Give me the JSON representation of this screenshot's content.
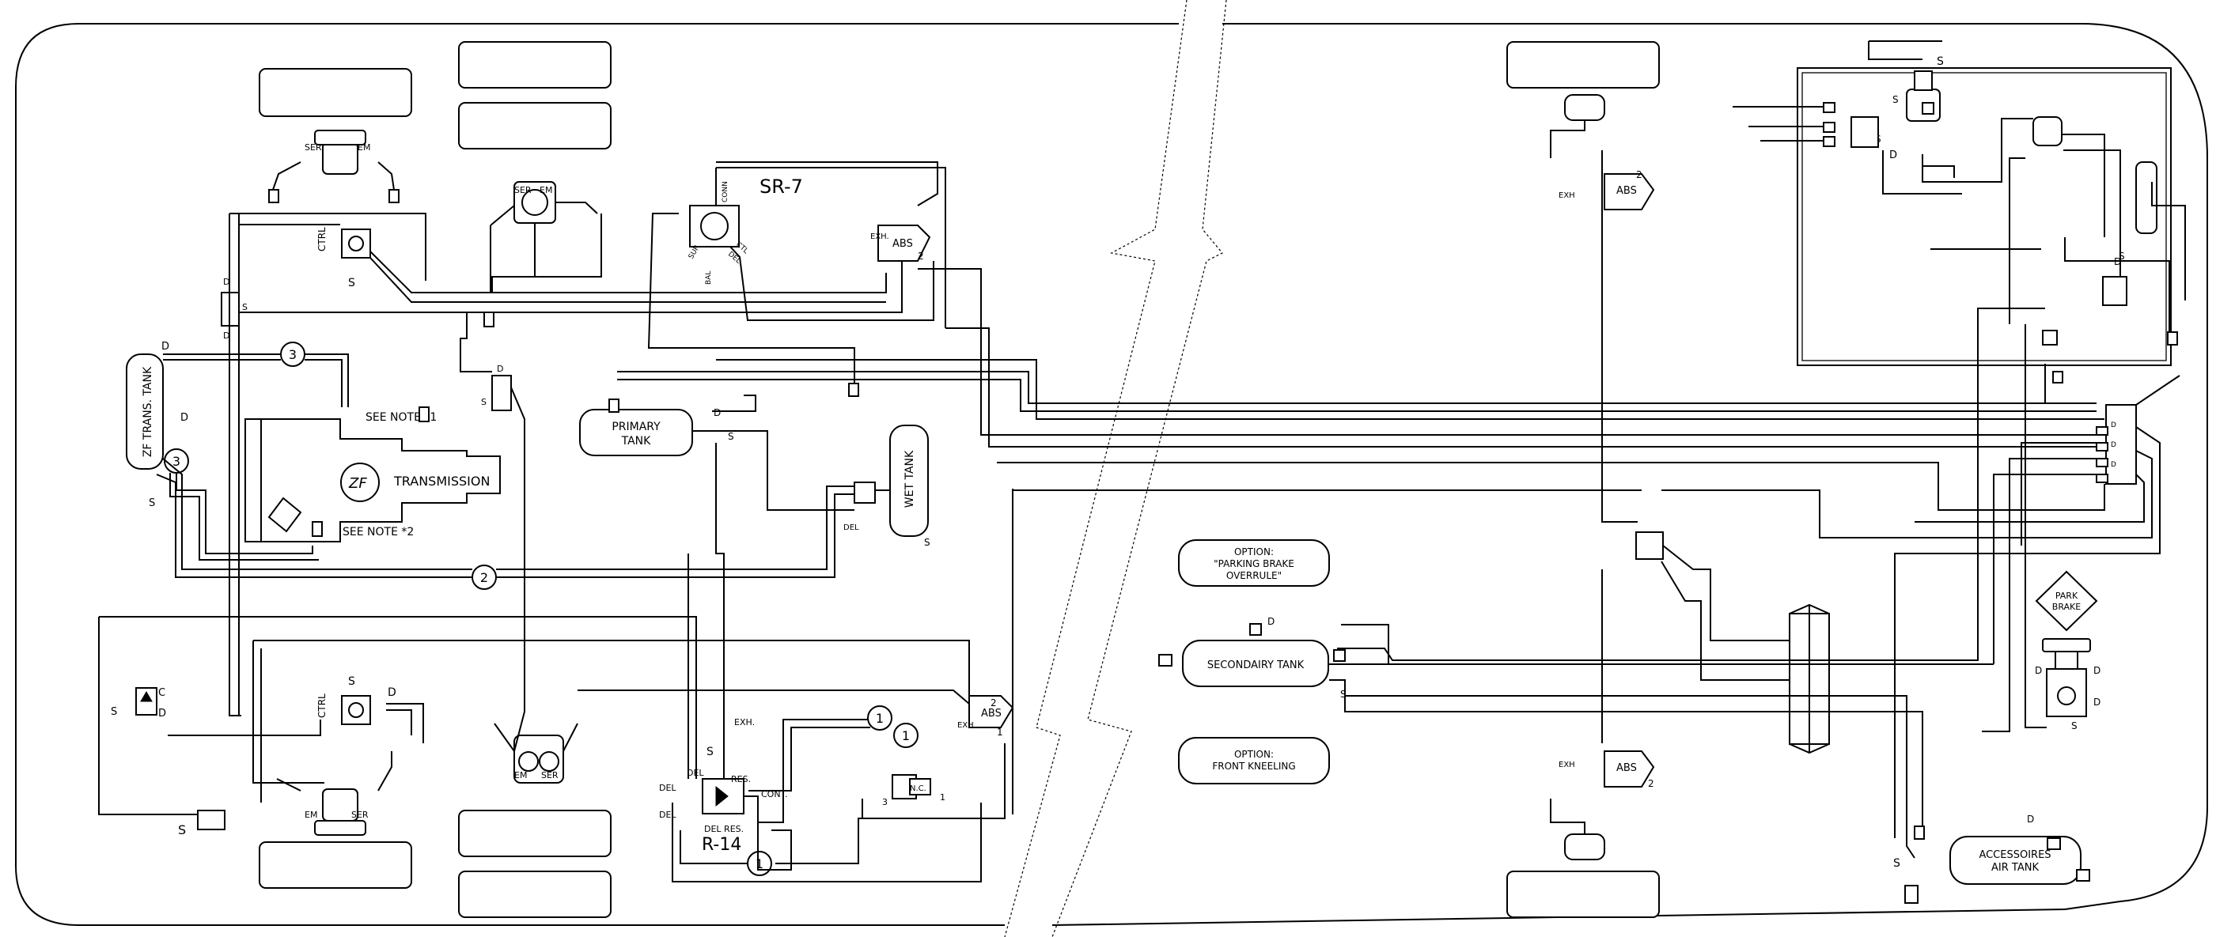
{
  "labels": {
    "sr7": "SR-7",
    "r14": "R-14",
    "abs": "ABS",
    "ser": "SER",
    "em": "EM",
    "ctrl": "CTRL",
    "s": "S",
    "d": "D",
    "c": "C",
    "del": "DEL",
    "res": "RES.",
    "del_res": "DEL RES.",
    "cont": "CONT.",
    "exh": "EXH.",
    "exh_short": "EXH",
    "nc": "N.C.",
    "num1": "1",
    "num2": "2",
    "num3": "3",
    "port_1": "1",
    "port_2": "2",
    "port_3": "3",
    "sr7_port_conn": "CONN",
    "sr7_port_sup": "SUP",
    "sr7_port_del": "DEL",
    "sr7_port_bal": "BAL",
    "sr7_port_ctl": "CTL",
    "see_note_1": "SEE NOTE *1",
    "see_note_2": "SEE NOTE *2",
    "transmission": "TRANSMISSION",
    "zf": "ZF",
    "zf_trans_tank": "ZF TRANS. TANK",
    "primary_tank_line1": "PRIMARY",
    "primary_tank_line2": "TANK",
    "wet_tank": "WET TANK",
    "option_parking_line1": "OPTION:",
    "option_parking_line2": "\"PARKING BRAKE",
    "option_parking_line3": "OVERRULE\"",
    "secondary_tank": "SECONDAIRY TANK",
    "option_kneeling_line1": "OPTION:",
    "option_kneeling_line2": "FRONT KNEELING",
    "park_brake_line1": "PARK",
    "park_brake_line2": "BRAKE",
    "accessories_line1": "ACCESSOIRES",
    "accessories_line2": "AIR TANK"
  }
}
